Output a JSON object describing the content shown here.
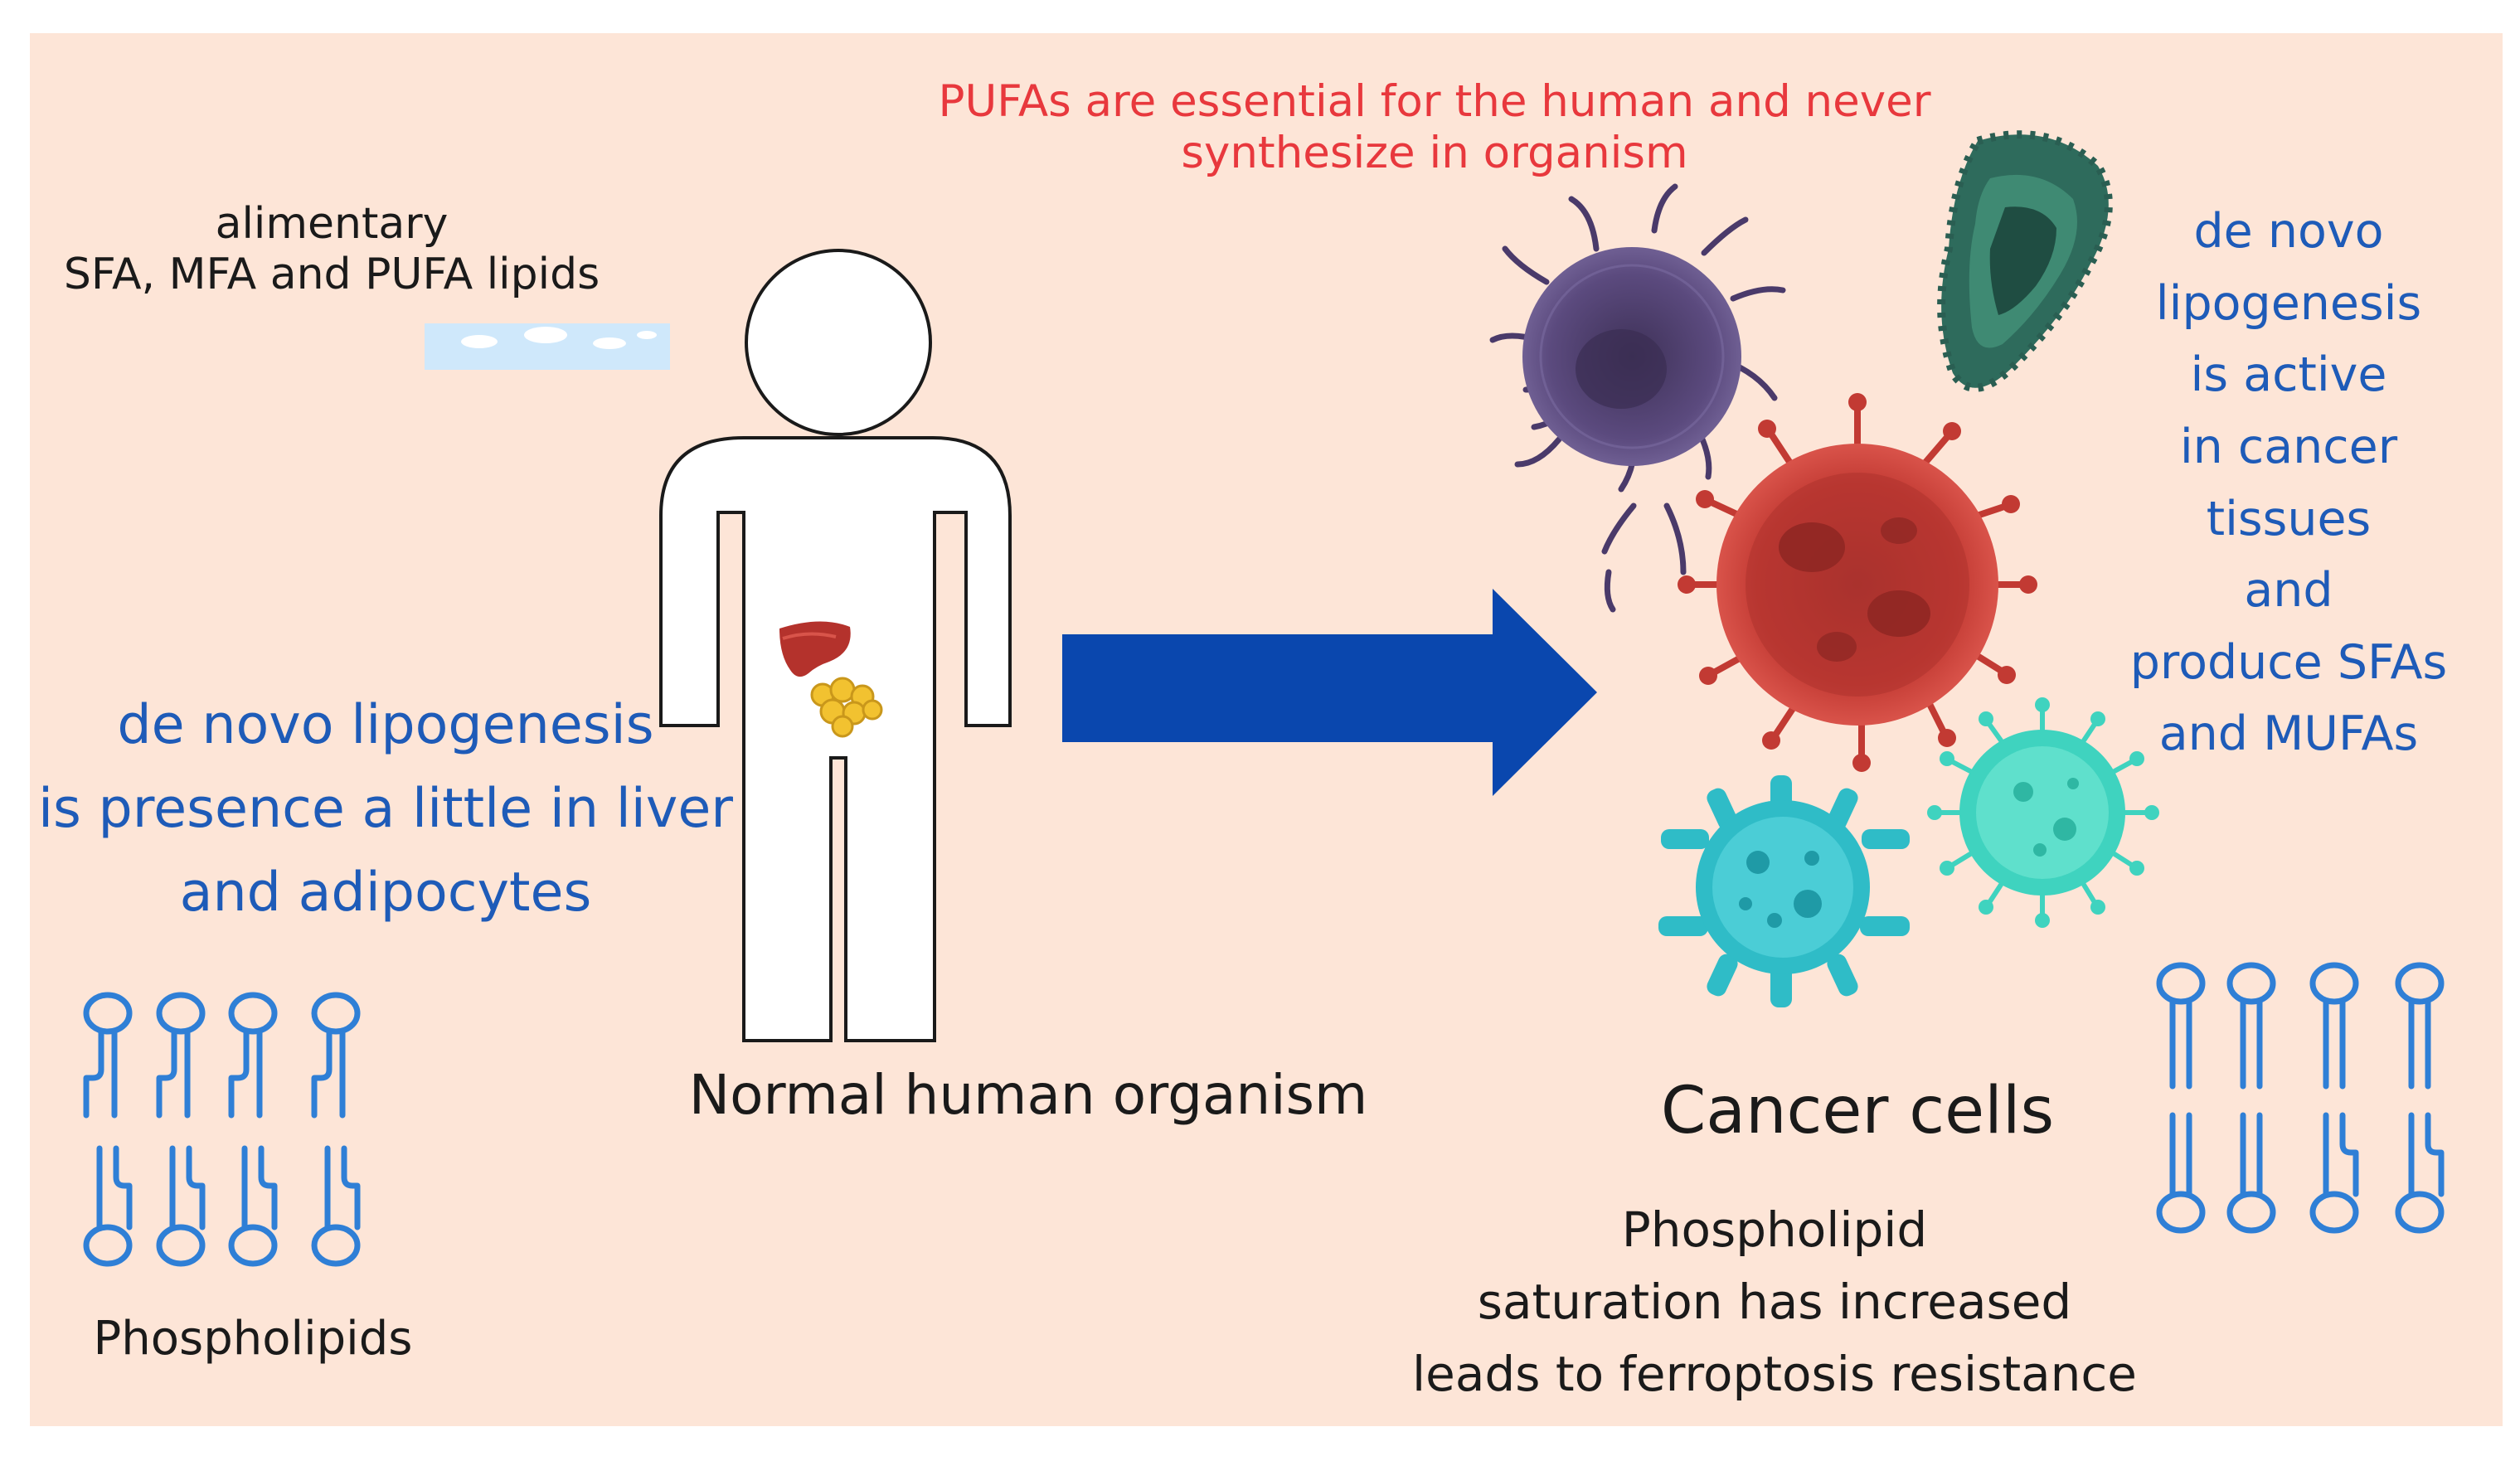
{
  "colors": {
    "background": "#fde5d7",
    "arrow": "#0a47ae",
    "blue_text": "#1e5bb8",
    "red_text": "#e8383d",
    "phospholipid": "#2f7fd6",
    "cell_purple": "#5b4a7e",
    "cell_green_dark": "#2e6b5c",
    "cell_red": "#c23a33",
    "cell_teal": "#2fbcc7",
    "cell_aqua": "#3fd3bf"
  },
  "texts": {
    "pufa_note": "PUFAs are essential for the human and never\nsynthesize in organism",
    "alimentary": "alimentary\nSFA, MFA and PUFA lipids",
    "liver_lipogenesis": "de novo lipogenesis\nis presence a little in liver\nand adipocytes",
    "cancer_lipogenesis": "de novo\nlipogenesis\nis active\nin cancer\ntissues\nand\nproduce SFAs\nand MUFAs",
    "normal_label": "Normal human organism",
    "cancer_label": "Cancer cells",
    "saturation_note": "Phospholipid\nsaturation has increased\nleads to ferroptosis resistance",
    "phospholipids_label": "Phospholipids"
  },
  "icons": {
    "human": "human-outline-icon",
    "liver": "liver-icon",
    "adipocytes": "adipocytes-icon",
    "arrow": "right-arrow-icon",
    "cells": "cancer-cell-icon",
    "phospholipid": "phospholipid-bilayer-icon"
  }
}
